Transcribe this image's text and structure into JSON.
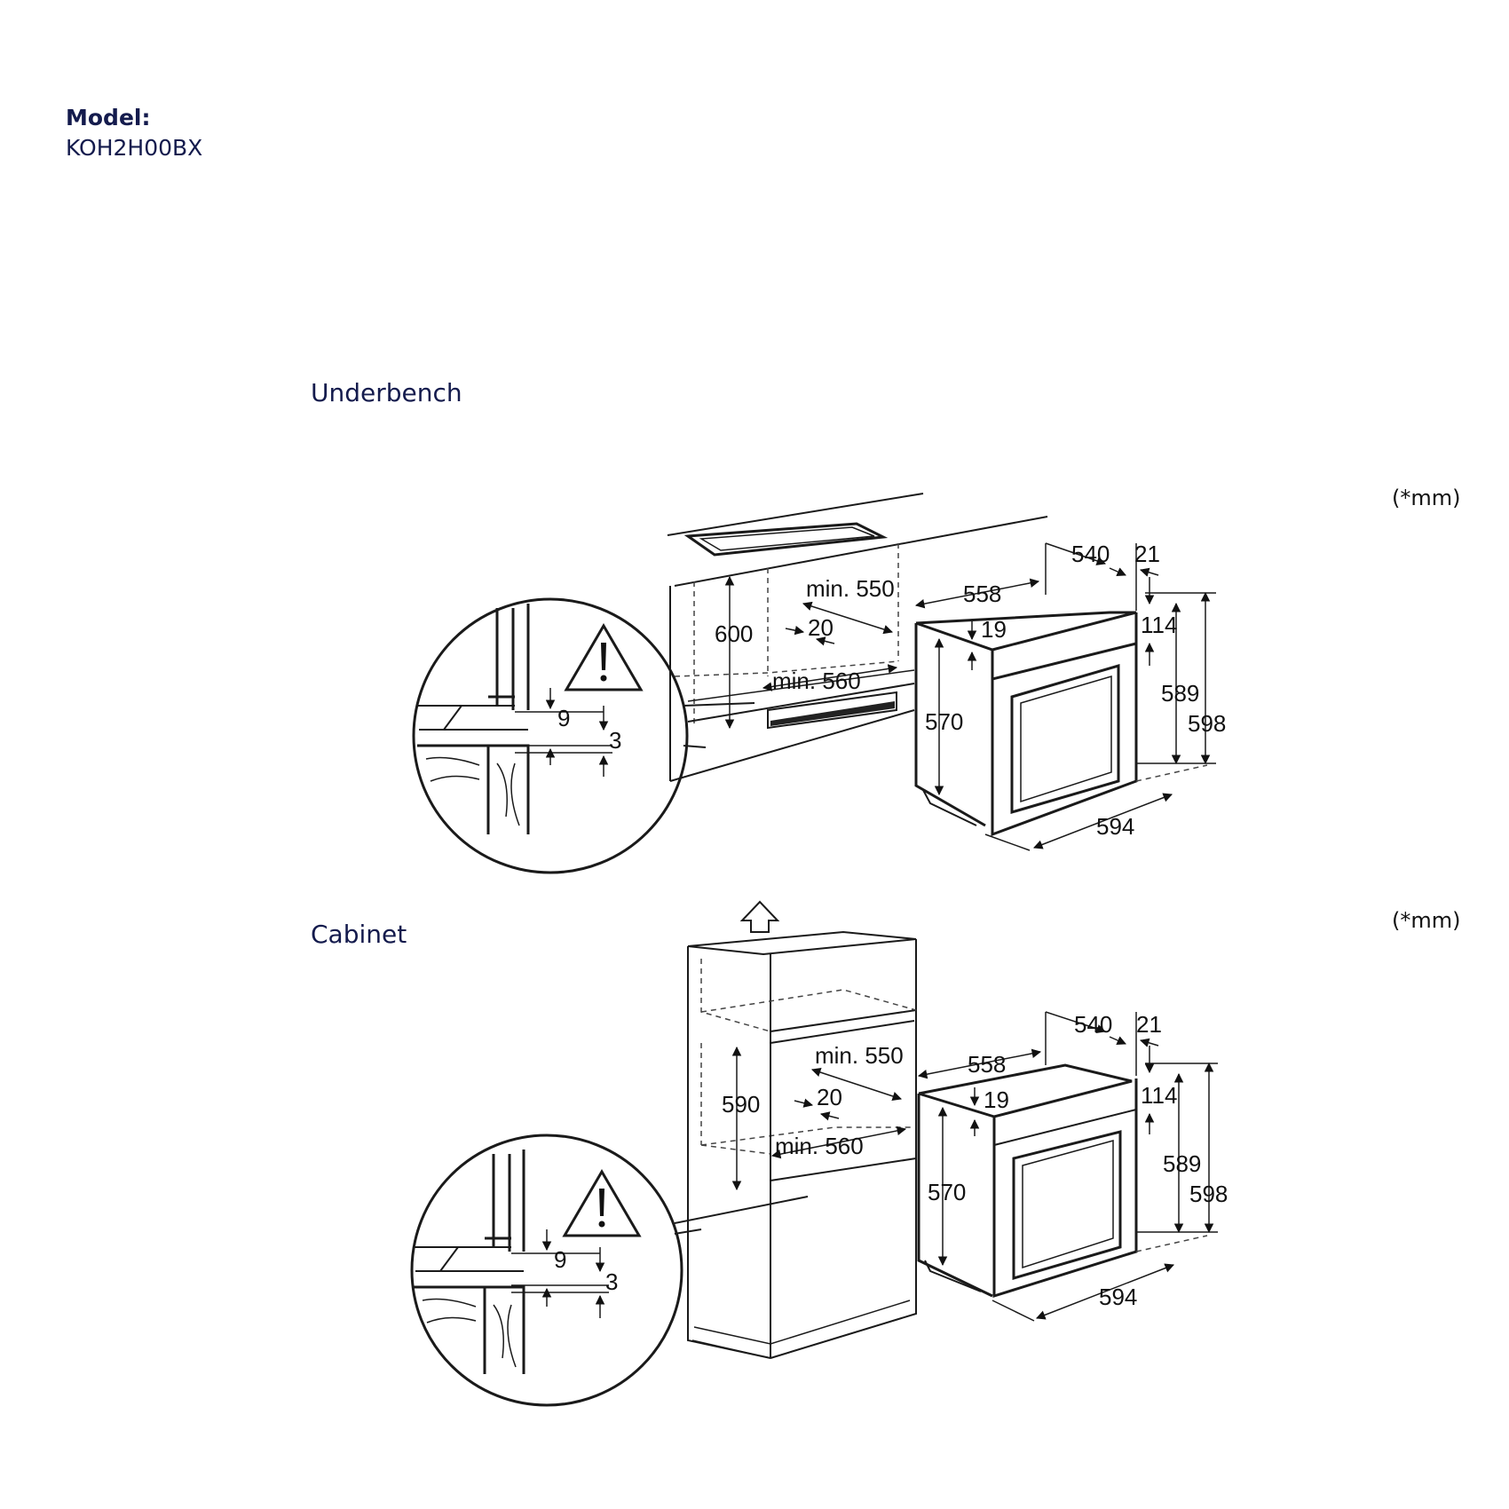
{
  "header": {
    "model_label": "Model:",
    "model_value": "KOH2H00BX"
  },
  "sections": [
    {
      "title": "Underbench",
      "unit_note": "(*mm)",
      "dims": {
        "niche_height": "600",
        "niche_depth": "min. 550",
        "gap": "20",
        "niche_width": "min. 560",
        "oven_depth": "558",
        "oven_body_depth": "540",
        "front": "21",
        "top_gap": "19",
        "panel": "114",
        "body_height": "570",
        "inner_height": "589",
        "total_height": "598",
        "width": "594",
        "detail_a": "9",
        "detail_b": "3"
      }
    },
    {
      "title": "Cabinet",
      "unit_note": "(*mm)",
      "dims": {
        "niche_height": "590",
        "niche_depth": "min. 550",
        "gap": "20",
        "niche_width": "min. 560",
        "oven_depth": "558",
        "oven_body_depth": "540",
        "front": "21",
        "top_gap": "19",
        "panel": "114",
        "body_height": "570",
        "inner_height": "589",
        "total_height": "598",
        "width": "594",
        "detail_a": "9",
        "detail_b": "3"
      }
    }
  ],
  "icons": [
    "warning-triangle-icon",
    "up-arrow-icon"
  ]
}
